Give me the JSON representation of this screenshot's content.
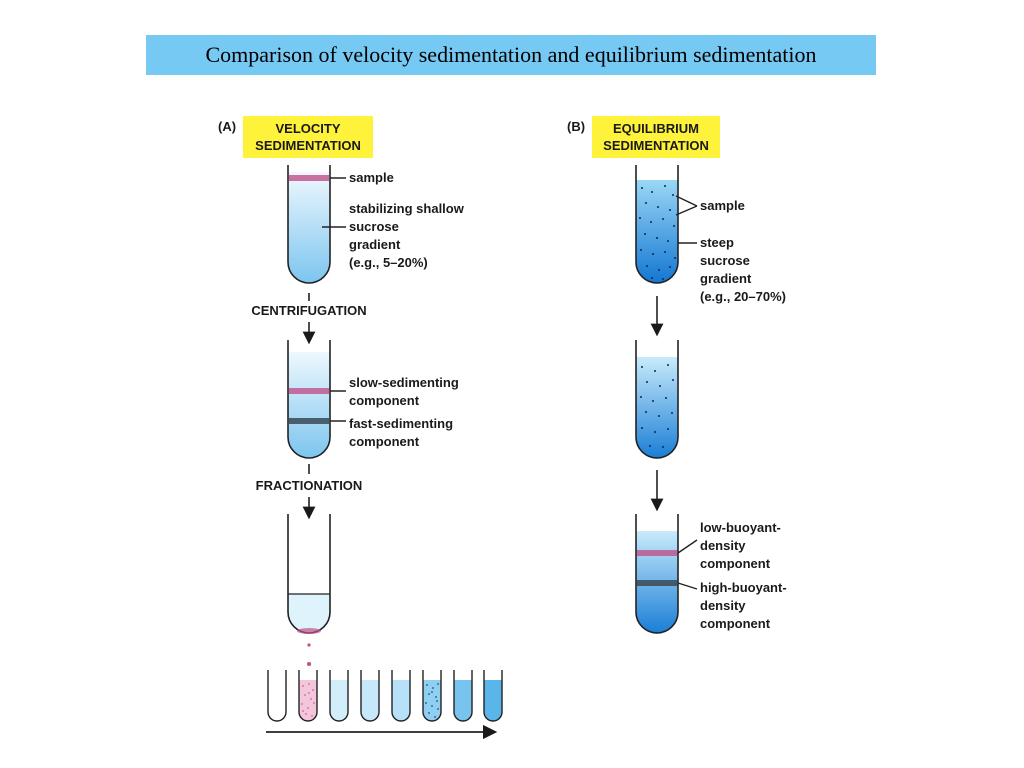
{
  "title": "Comparison of velocity sedimentation and equilibrium sedimentation",
  "panel_a": {
    "letter": "(A)",
    "header_line1": "VELOCITY",
    "header_line2": "SEDIMENTATION",
    "tube1_labels": {
      "sample": "sample",
      "gradient_l1": "stabilizing shallow",
      "gradient_l2": "sucrose",
      "gradient_l3": "gradient",
      "gradient_l4": "(e.g., 5–20%)"
    },
    "step1": "CENTRIFUGATION",
    "tube2_labels": {
      "slow_l1": "slow-sedimenting",
      "slow_l2": "component",
      "fast_l1": "fast-sedimenting",
      "fast_l2": "component"
    },
    "step2": "FRACTIONATION"
  },
  "panel_b": {
    "letter": "(B)",
    "header_line1": "EQUILIBRIUM",
    "header_line2": "SEDIMENTATION",
    "tube1_labels": {
      "sample": "sample",
      "gradient_l1": "steep",
      "gradient_l2": "sucrose",
      "gradient_l3": "gradient",
      "gradient_l4": "(e.g., 20–70%)"
    },
    "tube3_labels": {
      "low_l1": "low-buoyant-",
      "low_l2": "density",
      "low_l3": "component",
      "high_l1": "high-buoyant-",
      "high_l2": "density",
      "high_l3": "component"
    }
  },
  "colors": {
    "title_bg": "#76c9f3",
    "header_bg": "#fff23a",
    "pink_band": "#c0508a",
    "dark_band": "#3a4a55"
  }
}
